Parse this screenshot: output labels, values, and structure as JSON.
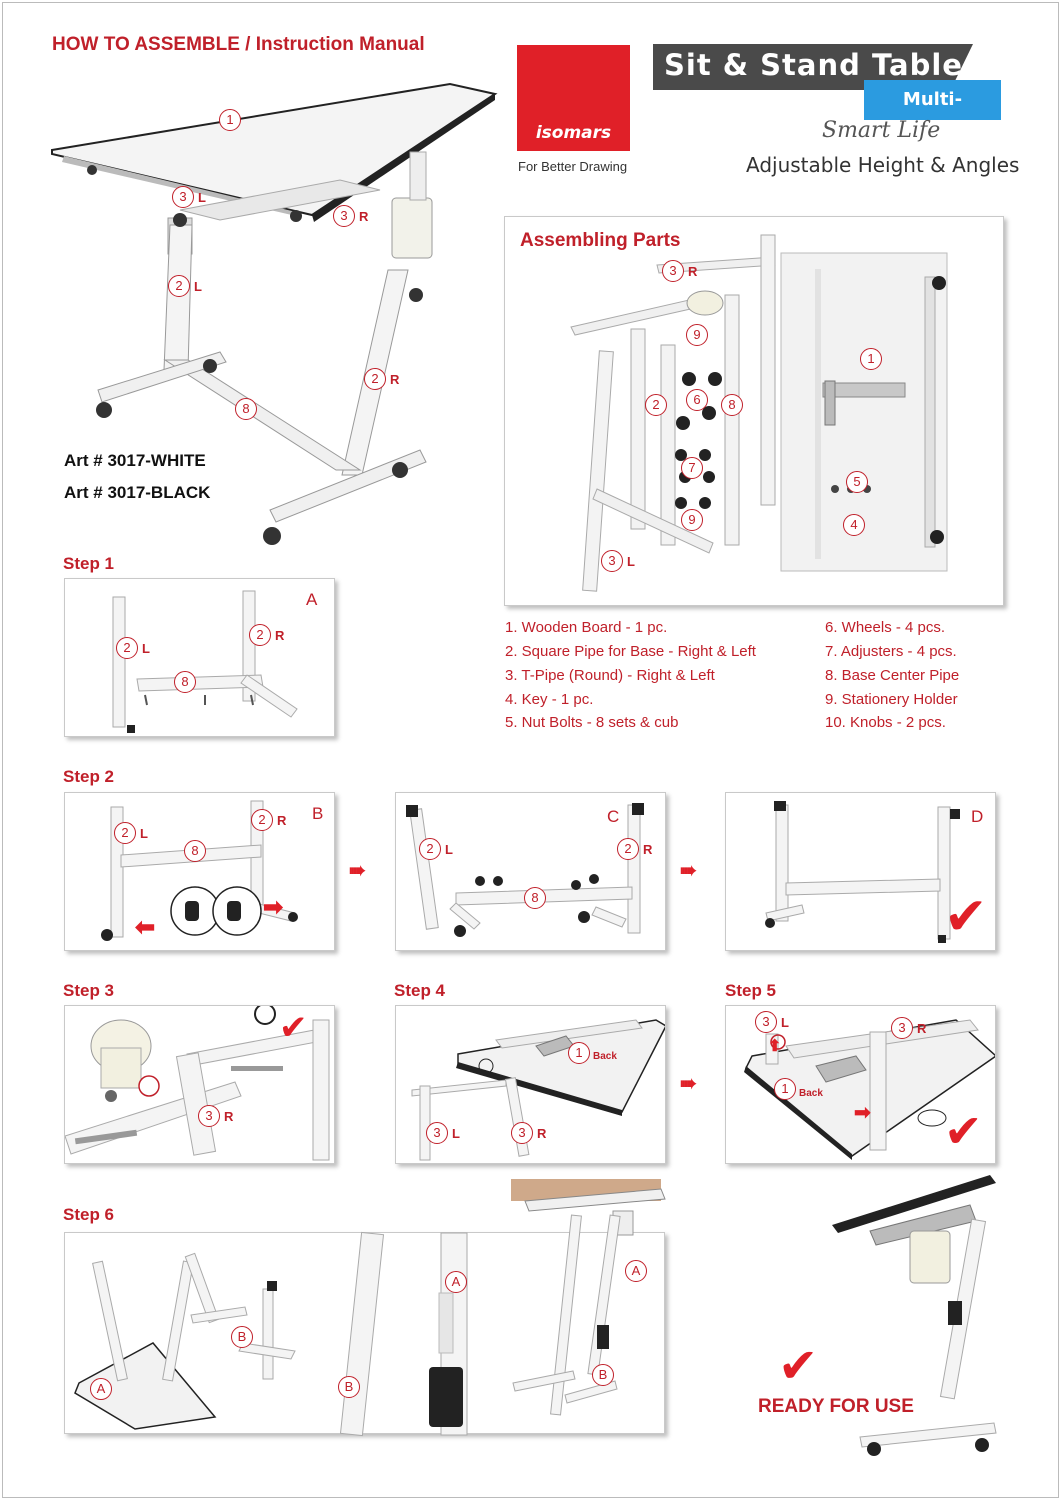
{
  "header": {
    "title": "HOW TO ASSEMBLE  /  Instruction Manual"
  },
  "brand": {
    "logo_text": "isomars",
    "tagline": "For Better Drawing",
    "logo_color": "#e02028"
  },
  "product": {
    "name": "Sit & Stand Table",
    "badge": "Multi-function",
    "subtitle": "Smart Life",
    "description": "Adjustable Height & Angles"
  },
  "articles": [
    "Art # 3017-WHITE",
    "Art # 3017-BLACK"
  ],
  "hero_callouts": {
    "n1": "1",
    "n3l": "3",
    "l3l": "L",
    "n3r": "3",
    "l3r": "R",
    "n2l": "2",
    "l2l": "L",
    "n2r": "2",
    "l2r": "R",
    "n8": "8"
  },
  "assembling_parts": {
    "title": "Assembling Parts",
    "callouts": {
      "n3r": "3",
      "l3r": "R",
      "n9a": "9",
      "n1": "1",
      "n2": "2",
      "n6": "6",
      "n8": "8",
      "n7": "7",
      "n9b": "9",
      "n5": "5",
      "n4": "4",
      "n3l": "3",
      "l3l": "L"
    },
    "list_left": [
      "1.  Wooden Board - 1 pc.",
      "2.  Square Pipe for Base - Right & Left",
      "3.  T-Pipe (Round) - Right & Left",
      "4.  Key - 1 pc.",
      "5.  Nut Bolts - 8 sets & cub"
    ],
    "list_right": [
      "6.    Wheels - 4 pcs.",
      "7.    Adjusters - 4 pcs.",
      "8.    Base Center Pipe",
      "9.    Stationery Holder",
      "10. Knobs - 2 pcs."
    ]
  },
  "steps": {
    "step1": {
      "label": "Step 1",
      "letter": "A",
      "callouts": {
        "n2l": "2",
        "l2l": "L",
        "n2r": "2",
        "l2r": "R",
        "n8": "8"
      }
    },
    "step2": {
      "label": "Step 2",
      "panel_b": {
        "letter": "B",
        "n2l": "2",
        "l2l": "L",
        "n2r": "2",
        "l2r": "R",
        "n8": "8"
      },
      "panel_c": {
        "letter": "C",
        "n2l": "2",
        "l2l": "L",
        "n2r": "2",
        "l2r": "R",
        "n8": "8"
      },
      "panel_d": {
        "letter": "D"
      }
    },
    "step3": {
      "label": "Step 3",
      "n3r": "3",
      "l3r": "R"
    },
    "step4": {
      "label": "Step 4",
      "n1": "1",
      "back": "Back",
      "n3l": "3",
      "l3l": "L",
      "n3r": "3",
      "l3r": "R"
    },
    "step5": {
      "label": "Step 5",
      "n3l": "3",
      "l3l": "L",
      "n3r": "3",
      "l3r": "R",
      "n1": "1",
      "back": "Back"
    },
    "step6": {
      "label": "Step 6",
      "A": "A",
      "B": "B"
    }
  },
  "ready_text": "READY FOR USE",
  "accent_color": "#c0202a"
}
